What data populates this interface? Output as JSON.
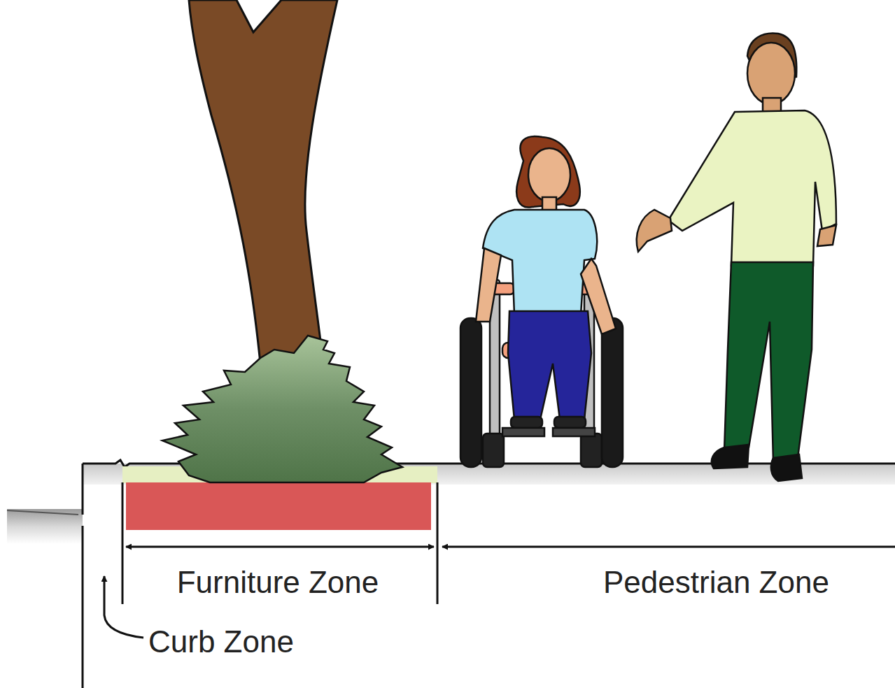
{
  "diagram": {
    "labels": [
      "Furniture Zone",
      "Pedestrian Zone",
      "Curb Zone"
    ]
  }
}
